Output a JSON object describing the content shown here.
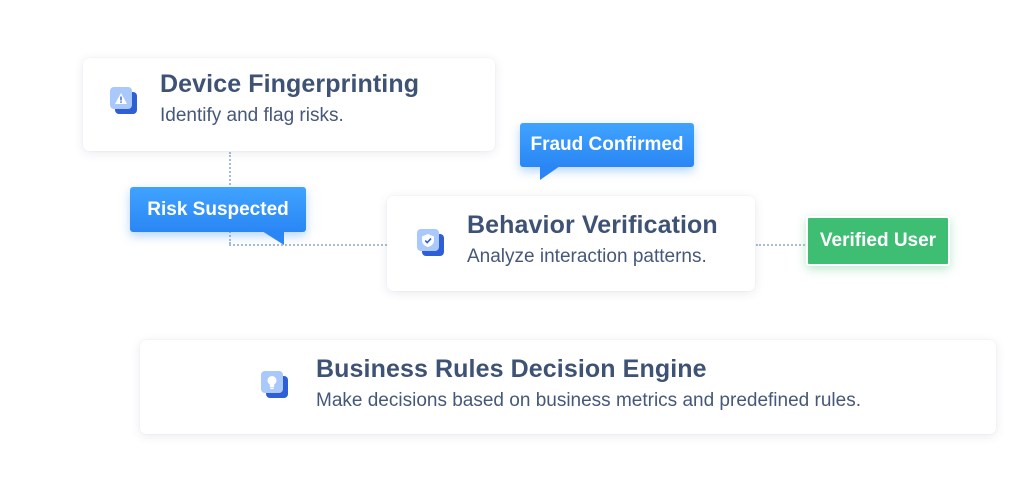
{
  "cards": {
    "device": {
      "title": "Device Fingerprinting",
      "desc": "Identify and flag risks."
    },
    "behavior": {
      "title": "Behavior Verification",
      "desc": "Analyze interaction patterns."
    },
    "rules": {
      "title": "Business Rules Decision Engine",
      "desc": "Make decisions based on business metrics and predefined rules."
    }
  },
  "labels": {
    "risk": "Risk Suspected",
    "fraud": "Fraud Confirmed",
    "verified": "Verified User"
  },
  "icons": {
    "device": "warning-icon",
    "behavior": "shield-check-icon",
    "rules": "lightbulb-icon"
  },
  "colors": {
    "accent_blue": "#2a86f4",
    "success_green": "#3dbe73",
    "title_text": "#3e5275",
    "icon_dark": "#2f5fd6",
    "icon_light": "#a9c8fb"
  }
}
